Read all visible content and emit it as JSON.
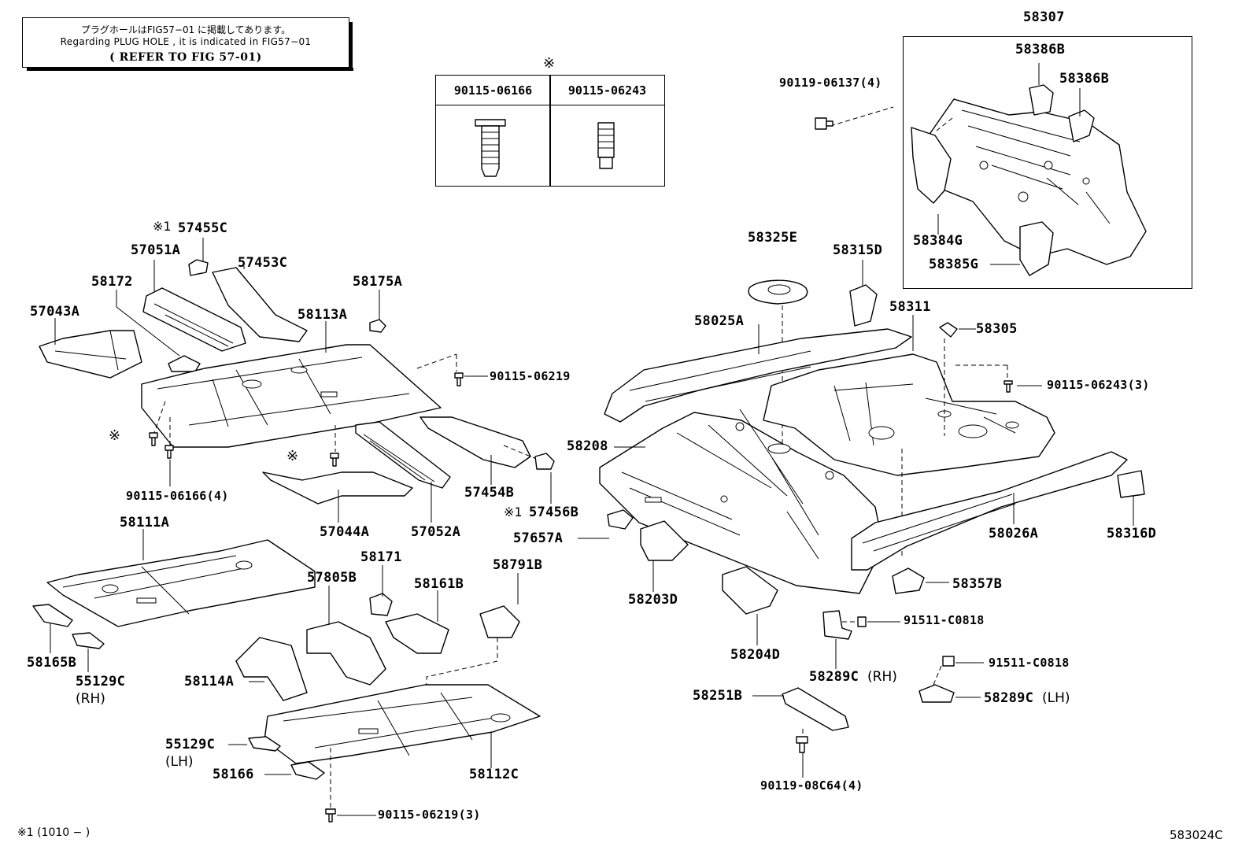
{
  "notice": {
    "line1": "プラグホールはFIG57−01 に掲載してあります。",
    "line2": "Regarding PLUG HOLE , it is indicated in FIG57−01",
    "line3": "( REFER TO FIG 57-01)"
  },
  "table": {
    "mark": "※",
    "col1": "90115-06166",
    "col2": "90115-06243"
  },
  "labels": {
    "p58307": "58307",
    "p58386B_1": "58386B",
    "p58386B_2": "58386B",
    "p58384G": "58384G",
    "p58385G": "58385G",
    "p90119_06137": "90119-06137(4)",
    "p58325E": "58325E",
    "p58315D": "58315D",
    "p58311": "58311",
    "p58305": "58305",
    "p58025A": "58025A",
    "p90115_06243_3": "90115-06243(3)",
    "p58208": "58208",
    "p58026A": "58026A",
    "p58316D": "58316D",
    "p57657A": "57657A",
    "p58203D": "58203D",
    "p58357B": "58357B",
    "p58204D": "58204D",
    "p91511_C0818_1": "91511-C0818",
    "p58289C_RH": "58289C",
    "p58289C_RH_side": "(RH)",
    "p91511_C0818_2": "91511-C0818",
    "p58251B": "58251B",
    "p58289C_LH": "58289C",
    "p58289C_LH_side": "(LH)",
    "p90119_08C64": "90119-08C64(4)",
    "p57455C_mark": "※1",
    "p57455C": "57455C",
    "p57051A": "57051A",
    "p57453C": "57453C",
    "p58172": "58172",
    "p58175A": "58175A",
    "p57043A": "57043A",
    "p58113A": "58113A",
    "p90115_06219": "90115-06219",
    "p_mark_left": "※",
    "p_mark_mid": "※",
    "p90115_06166_4": "90115-06166(4)",
    "p57454B": "57454B",
    "p57456B_mark": "※1",
    "p57456B": "57456B",
    "p57044A": "57044A",
    "p57052A": "57052A",
    "p58111A": "58111A",
    "p58171": "58171",
    "p57805B": "57805B",
    "p58161B": "58161B",
    "p58791B": "58791B",
    "p58165B": "58165B",
    "p55129C_RH": "55129C",
    "p55129C_RH_side": "(RH)",
    "p58114A": "58114A",
    "p55129C_LH": "55129C",
    "p55129C_LH_side": "(LH)",
    "p58166": "58166",
    "p58112C": "58112C",
    "p90115_06219_3": "90115-06219(3)"
  },
  "footer": {
    "note": "※1 (1010 −        )",
    "code": "583024C"
  }
}
